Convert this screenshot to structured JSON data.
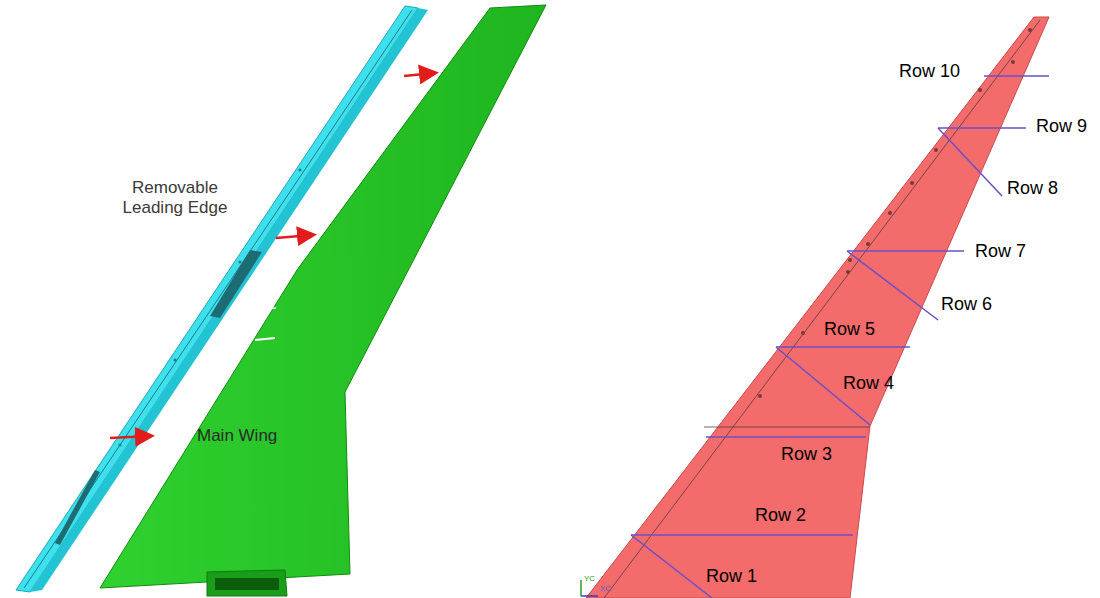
{
  "diagram": {
    "labels": [
      "Removable Leading Edge",
      "Main Wing",
      "Row 10",
      "Row 9",
      "Row 8",
      "Row 7",
      "Row 6",
      "Row 5",
      "Row 4",
      "Row 3",
      "Row 2",
      "Row 1",
      "YC",
      "XC"
    ]
  }
}
